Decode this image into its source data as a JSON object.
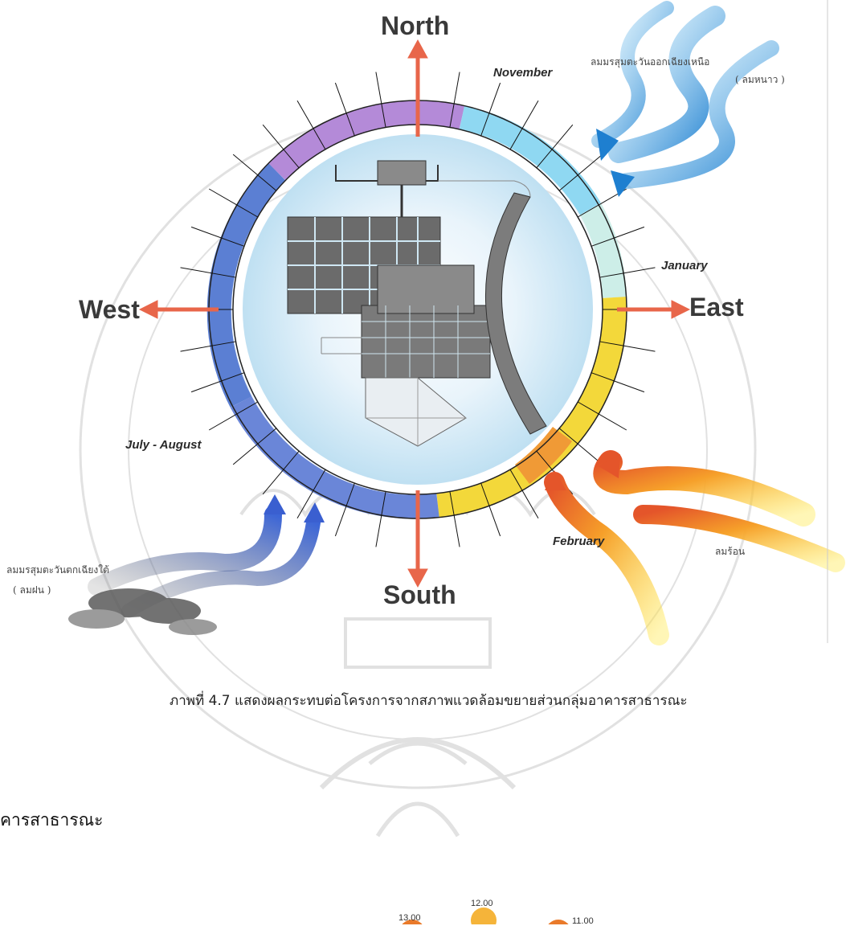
{
  "compass": {
    "north": "North",
    "south": "South",
    "east": "East",
    "west": "West"
  },
  "months": {
    "november": "November",
    "january": "January",
    "july_august": "July - August",
    "february": "February"
  },
  "wind_labels": {
    "northeast_monsoon": "ลมมรสุมตะวันออกเฉียงเหนือ",
    "northeast_monsoon_sub": "( ลมหนาว )",
    "southwest_monsoon": "ลมมรสุมตะวันตกเฉียงใต้",
    "southwest_monsoon_sub": "( ลมฝน )",
    "summer_wind": "ลมร้อน"
  },
  "caption": "ภาพที่ 4.7 แสดงผลกระทบต่อโครงการจากสภาพแวดล้อมขยายส่วนกลุ่มอาคารสาธารณะ",
  "section_heading": "คารสาธารณะ",
  "sun_times": {
    "t1200": "12.00",
    "t1300": "13.00",
    "t1100": "11.00"
  },
  "ring_band_colors": {
    "north_purple": "#b48ad8",
    "north_east_cyan": "#7fd4f0",
    "east_pale": "#d6f0ea",
    "east_yellow": "#f3df3c",
    "south_east_yellow": "#f5d52a",
    "west_blue": "#5a7fd6",
    "west_blue_light": "#9ecbf0"
  },
  "arrow_color": "#e8664a"
}
